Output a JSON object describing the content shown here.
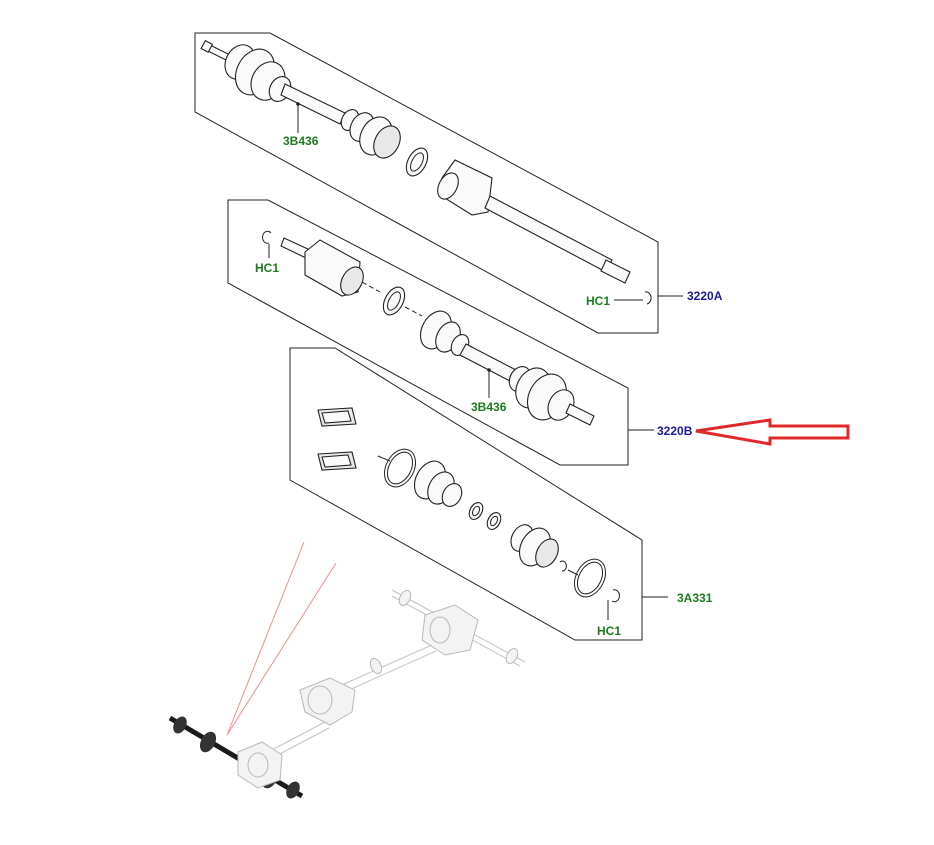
{
  "colors": {
    "part_number": "#1a1a9c",
    "component": "#1e7a1e",
    "highlight_arrow": "#e0282a",
    "guide_line": "#f08a8a"
  },
  "labels": {
    "assembly_front": "3220A",
    "assembly_rear": "3220B",
    "boot_kit": "3A331",
    "boot_upper": "3B436",
    "boot_middle": "3B436",
    "clip_upper": "HC1",
    "clip_left": "HC1",
    "clip_lower": "HC1"
  }
}
